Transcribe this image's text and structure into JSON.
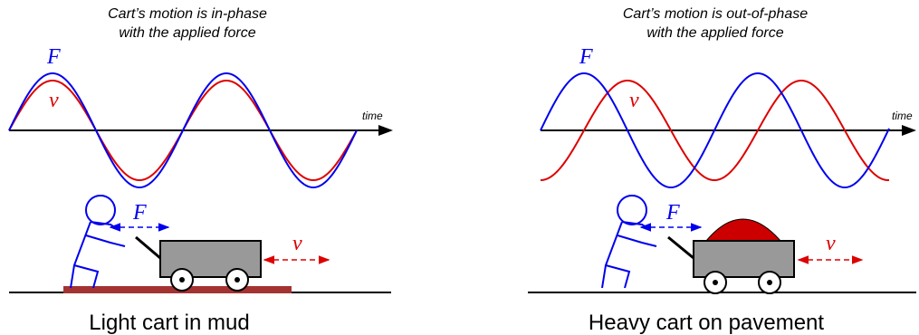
{
  "left_panel": {
    "caption_line1": "Cart’s motion is in-phase",
    "caption_line2": "with the applied force",
    "axis_label": "time",
    "force_label": "F",
    "velocity_label": "v",
    "scene_force_label": "F",
    "scene_velocity_label": "v",
    "bottom_label": "Light cart in mud"
  },
  "right_panel": {
    "caption_line1": "Cart’s motion is out-of-phase",
    "caption_line2": "with the applied force",
    "axis_label": "time",
    "force_label": "F",
    "velocity_label": "v",
    "scene_force_label": "F",
    "scene_velocity_label": "v",
    "bottom_label": "Heavy cart on pavement"
  },
  "colors": {
    "force": "#0000ee",
    "velocity": "#dd0000",
    "cart": "#999999",
    "mud": "#a33333",
    "load": "#cc0000"
  }
}
